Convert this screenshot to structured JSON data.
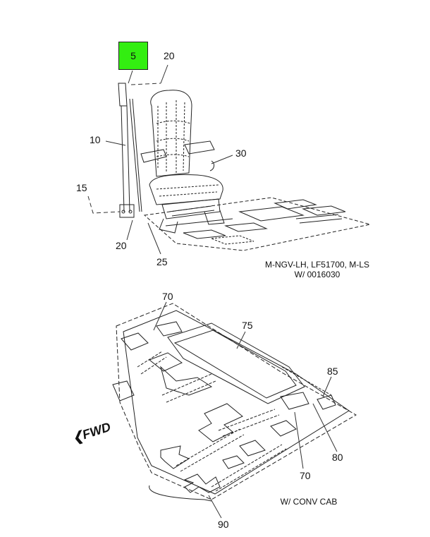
{
  "diagram": {
    "highlight": {
      "label": "5",
      "color": "#33ee11"
    },
    "callouts": {
      "c20_top": "20",
      "c10": "10",
      "c30": "30",
      "c15": "15",
      "c20_bottom": "20",
      "c25": "25",
      "c70_top": "70",
      "c75": "75",
      "c85": "85",
      "c80": "80",
      "c70_bottom": "70",
      "c90": "90"
    },
    "captions": {
      "upper_line1": "M-NGV-LH, LF51700, M-LS",
      "upper_line2": "W/ 0016030",
      "lower": "W/ CONV CAB"
    },
    "fwd_label": "FWD"
  }
}
